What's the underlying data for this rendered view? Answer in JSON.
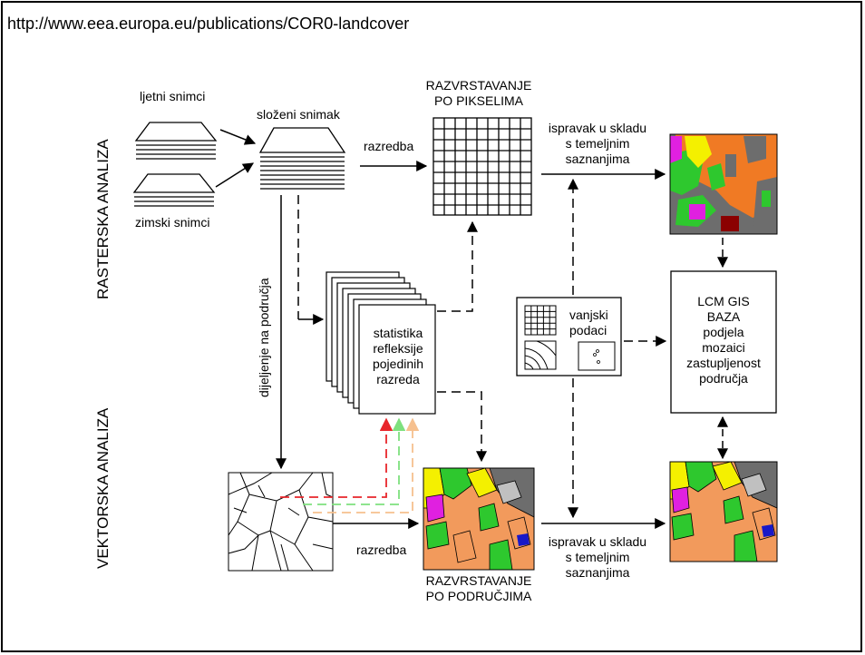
{
  "source_url": "http://www.eea.europa.eu/publications/COR0-landcover",
  "sections": {
    "raster": "RASTERSKA ANALIZA",
    "vector": "VEKTORSKA ANALIZA"
  },
  "labels": {
    "summer_images": "ljetni snimci",
    "winter_images": "zimski snimci",
    "composite_image": "složeni snimak",
    "classification_top": "razredba",
    "classification_bottom": "razredba",
    "division": "dijeljenje na područja",
    "pixel_class_line1": "RAZVRSTAVANJE",
    "pixel_class_line2": "PO PIKSELIMA",
    "area_class_line1": "RAZVRSTAVANJE",
    "area_class_line2": "PO PODRUČJIMA",
    "correction_top_1": "ispravak u skladu",
    "correction_top_2": "s temeljnim",
    "correction_top_3": "saznanjima",
    "correction_bottom_1": "ispravak u skladu",
    "correction_bottom_2": "s temeljnim",
    "correction_bottom_3": "saznanjima",
    "stats_1": "statistika",
    "stats_2": "refleksije",
    "stats_3": "pojedinih",
    "stats_4": "razreda",
    "external_1": "vanjski",
    "external_2": "podaci",
    "gis_1": "LCM GIS",
    "gis_2": "BAZA",
    "gis_3": "podjela",
    "gis_4": "mozaici",
    "gis_5": "zastupljenost",
    "gis_6": "područja"
  },
  "colors": {
    "feedback_red": "#e8262b",
    "feedback_green": "#7ee07e",
    "feedback_orange": "#f6c08e",
    "map_orange": "#f07a24",
    "map_green": "#2ec82e",
    "map_magenta": "#e020e0",
    "map_yellow": "#f4f000",
    "map_gray": "#6d6d6d",
    "map_darkred": "#8b0000",
    "map_blue": "#1818c8"
  }
}
